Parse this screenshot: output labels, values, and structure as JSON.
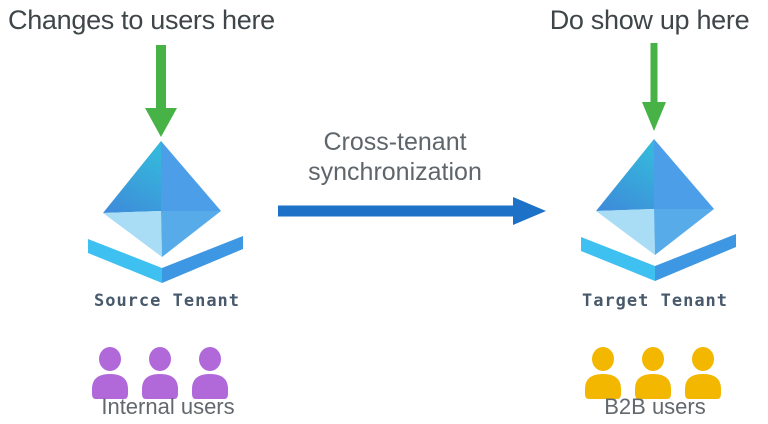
{
  "annotations": {
    "left": "Changes to users here",
    "right": "Do show up here"
  },
  "sync_label": {
    "line1": "Cross-tenant",
    "line2": "synchronization"
  },
  "source": {
    "tenant_label": "Source Tenant",
    "users_label": "Internal users"
  },
  "target": {
    "tenant_label": "Target Tenant",
    "users_label": "B2B users"
  },
  "icons": {
    "down_arrow": "green-down-arrow",
    "sync_arrow": "blue-right-arrow",
    "tenant": "tenant-pyramid-icon",
    "users": "user-group-icon"
  },
  "colors": {
    "down_arrow_green": "#47B347",
    "sync_arrow_blue": "#1D72C8",
    "internal_users_purple": "#B168D8",
    "b2b_users_gold": "#F3B700",
    "annotation_text": "#3E4649",
    "sync_text": "#5E666B",
    "tenant_label_text": "#47596B",
    "users_label_text": "#62686D",
    "pyramid_face_upper_left_top": "#35B7DB",
    "pyramid_face_upper_left_bottom": "#3E8BDA",
    "pyramid_face_upper_right": "#4C9EE8",
    "pyramid_face_lower_left": "#A9DCF5",
    "pyramid_face_lower_right": "#58ABE9",
    "chevron_left": "#3EC0F0",
    "chevron_right": "#3E97E3"
  }
}
